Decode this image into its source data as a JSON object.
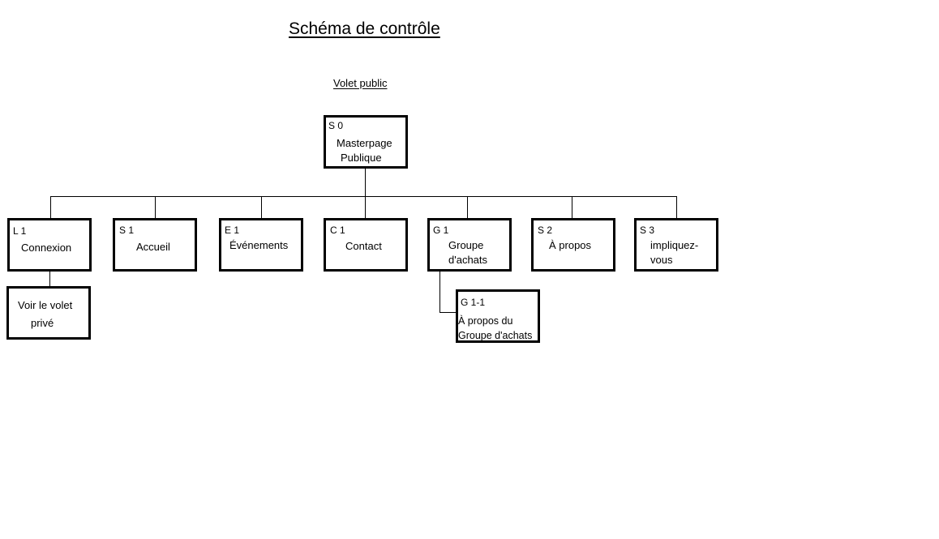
{
  "title": "Schéma de contrôle",
  "subtitle": "Volet public",
  "nodes": {
    "s0": {
      "code": "S 0",
      "lines": [
        "Masterpage",
        "Publique"
      ]
    },
    "l1": {
      "code": "L 1",
      "lines": [
        "Connexion"
      ]
    },
    "s1": {
      "code": "S 1",
      "lines": [
        "Accueil"
      ]
    },
    "e1": {
      "code": "E 1",
      "lines": [
        "Événements"
      ]
    },
    "c1": {
      "code": "C 1",
      "lines": [
        "Contact"
      ]
    },
    "g1": {
      "code": "G 1",
      "lines": [
        "Groupe",
        "d'achats"
      ]
    },
    "s2": {
      "code": "S 2",
      "lines": [
        "À propos"
      ]
    },
    "s3": {
      "code": "S 3",
      "lines": [
        "impliquez-",
        "vous"
      ]
    },
    "prive": {
      "code": "",
      "lines": [
        "Voir le volet",
        "privé"
      ]
    },
    "g11": {
      "code": "G 1-1",
      "lines": [
        "À propos du",
        "Groupe d'achats"
      ]
    }
  },
  "edges": [
    [
      "s0",
      "l1"
    ],
    [
      "s0",
      "s1"
    ],
    [
      "s0",
      "e1"
    ],
    [
      "s0",
      "c1"
    ],
    [
      "s0",
      "g1"
    ],
    [
      "s0",
      "s2"
    ],
    [
      "s0",
      "s3"
    ],
    [
      "l1",
      "prive"
    ],
    [
      "g1",
      "g11"
    ]
  ]
}
